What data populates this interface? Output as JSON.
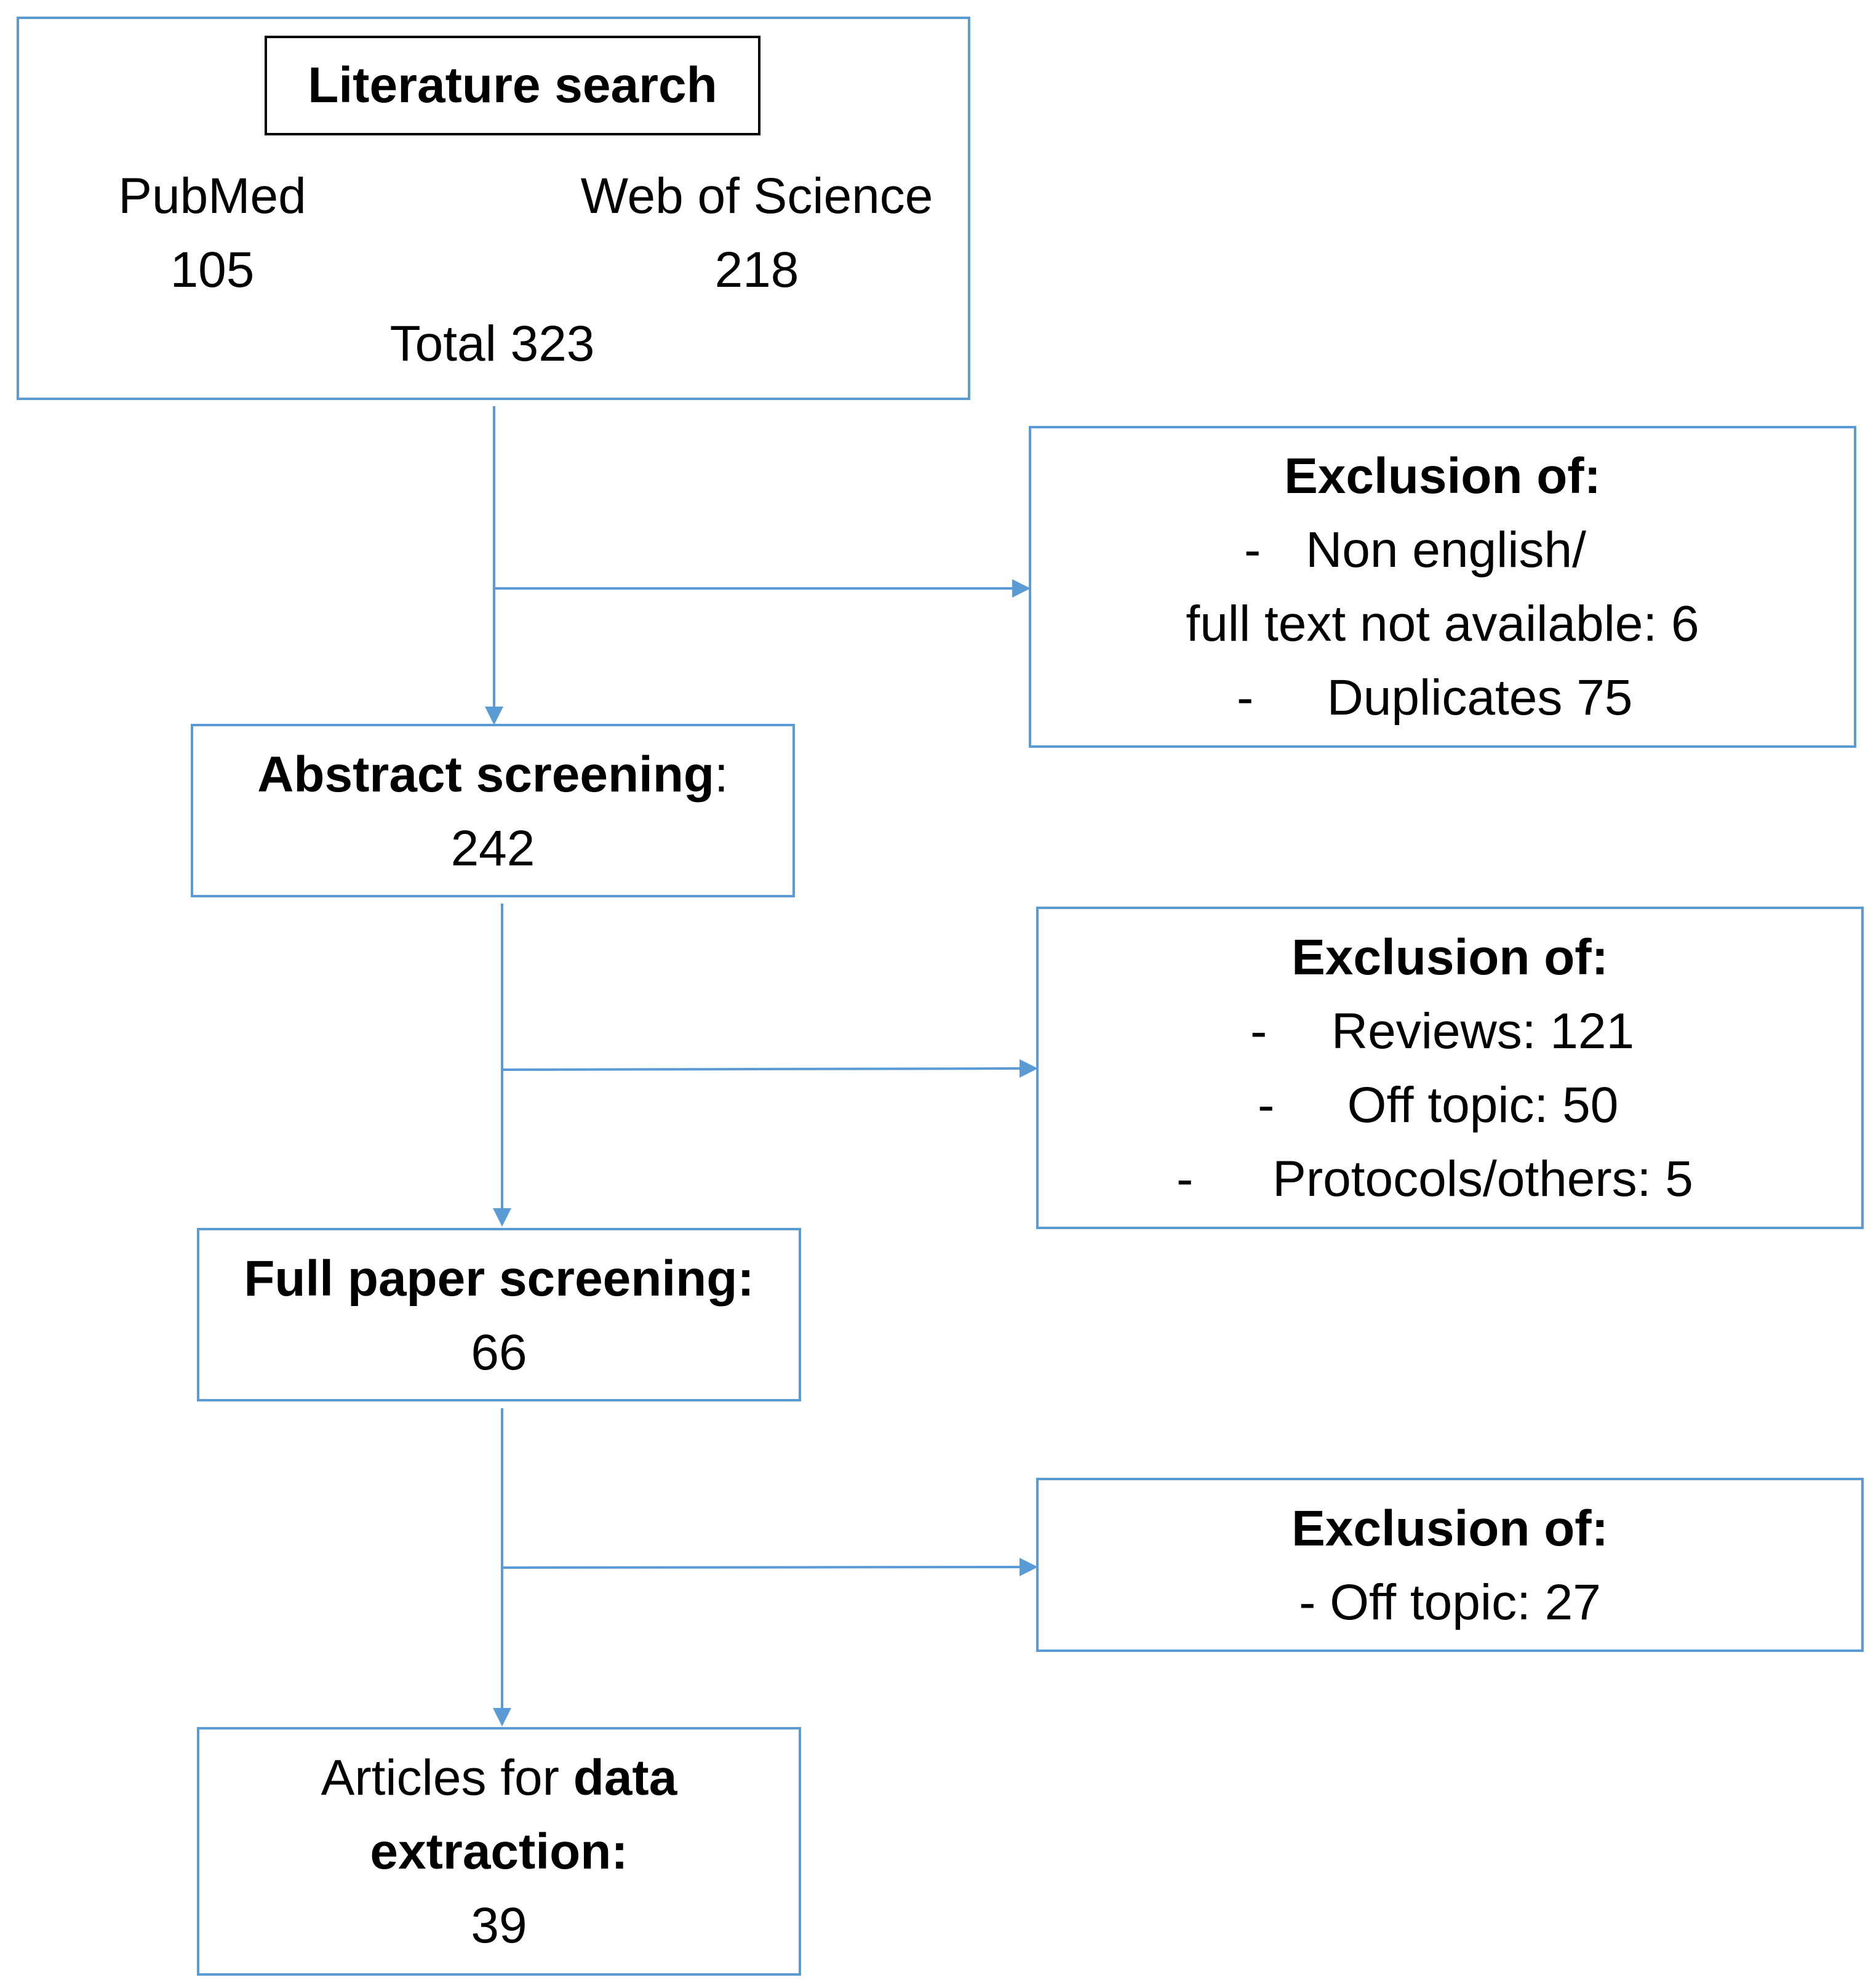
{
  "colors": {
    "box_border": "#5b9bd5",
    "connector": "#5b9bd5",
    "title_border": "#000000"
  },
  "search": {
    "title": "Literature search",
    "pubmed_label": "PubMed",
    "pubmed_count": "105",
    "wos_label": "Web of Science",
    "wos_count": "218",
    "total": "Total 323"
  },
  "exclusion1": {
    "title": "Exclusion of:",
    "item1_dash": "-",
    "item1_line1": "Non english/",
    "item1_line2": "full text not available: 6",
    "item2_dash": "-",
    "item2": "Duplicates 75"
  },
  "abstract": {
    "label": "Abstract screening",
    "colon": ":",
    "count": "242"
  },
  "exclusion2": {
    "title": "Exclusion of:",
    "items": [
      {
        "dash": "-",
        "text": "Reviews: 121"
      },
      {
        "dash": "-",
        "text": "Off topic: 50"
      },
      {
        "dash": "-",
        "text": "Protocols/others: 5"
      }
    ]
  },
  "fullpaper": {
    "label": "Full paper screening:",
    "count": "66"
  },
  "exclusion3": {
    "title": "Exclusion of:",
    "item": "- Off topic: 27"
  },
  "extraction": {
    "line1_plain": "Articles for ",
    "line1_bold": "data",
    "line2_bold": "extraction:",
    "count": "39"
  }
}
